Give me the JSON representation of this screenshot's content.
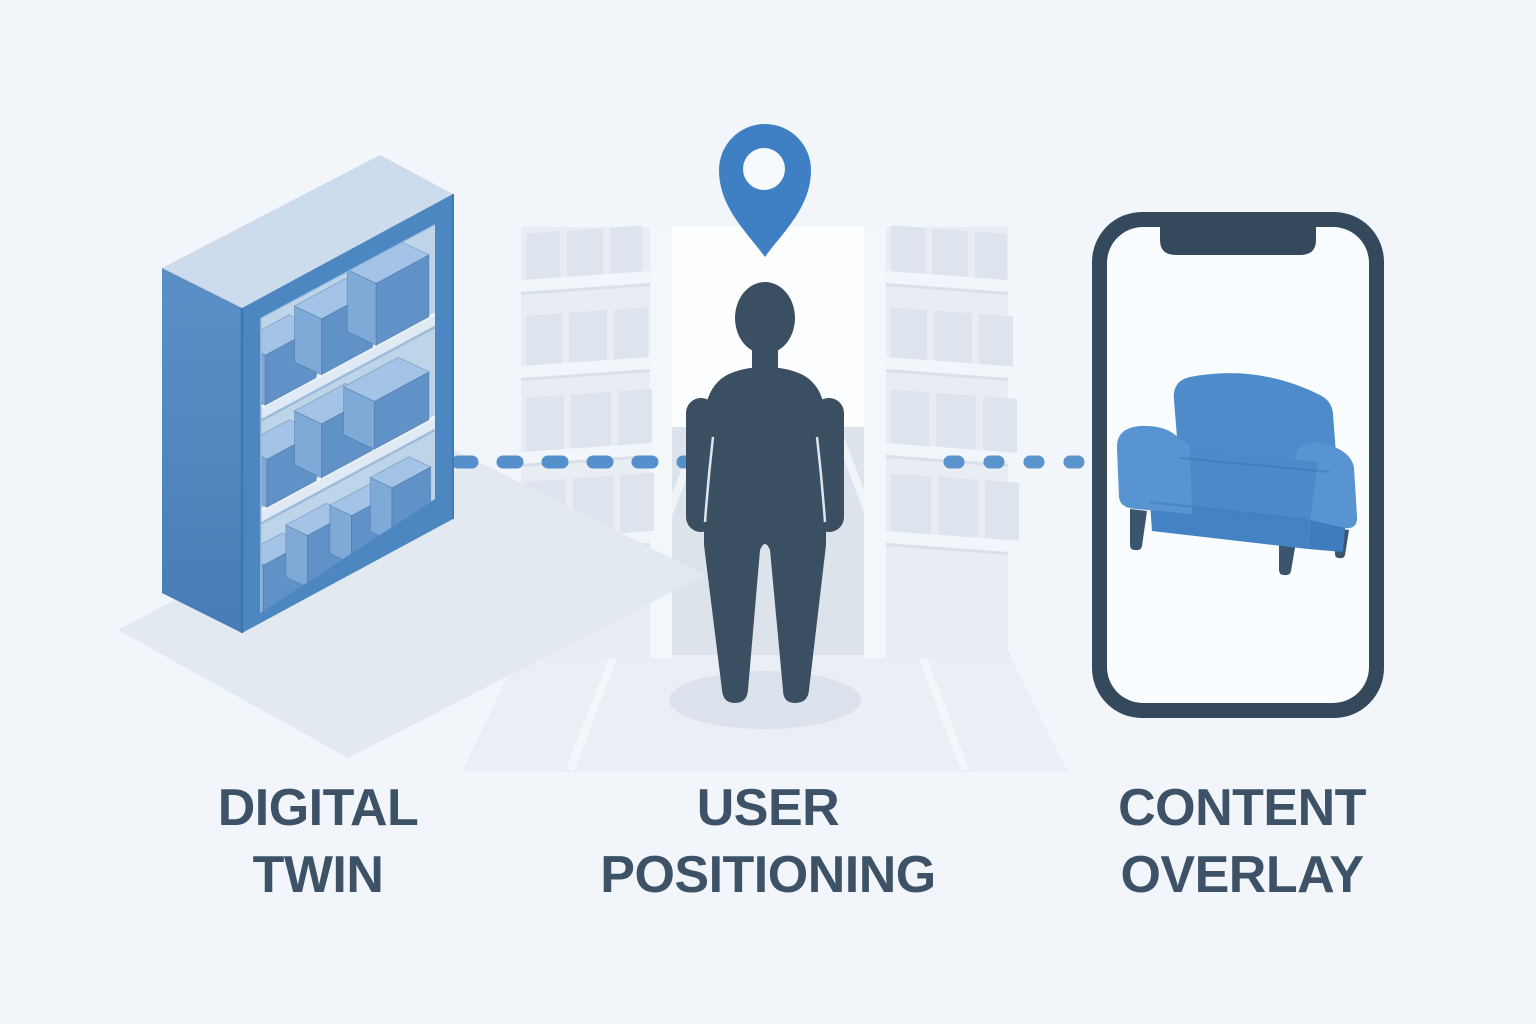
{
  "figure": {
    "background_color": "#f2f6fa",
    "accent_blue": "#3f80c4",
    "dark_slate": "#36495c",
    "label_color": "#3d5266",
    "steps": [
      {
        "id": "digital-twin",
        "label_lines": [
          "DIGITAL",
          "TWIN"
        ],
        "icon": "shelf-with-boxes-icon"
      },
      {
        "id": "user-positioning",
        "label_lines": [
          "USER",
          "POSITIONING"
        ],
        "icon": "person-with-location-pin-icon"
      },
      {
        "id": "content-overlay",
        "label_lines": [
          "CONTENT",
          "OVERLAY"
        ],
        "icon": "smartphone-with-sofa-icon"
      }
    ],
    "connectors": [
      {
        "from": "digital-twin",
        "to": "user-positioning",
        "style": "dashed"
      },
      {
        "from": "user-positioning",
        "to": "content-overlay",
        "style": "dashed"
      }
    ]
  }
}
